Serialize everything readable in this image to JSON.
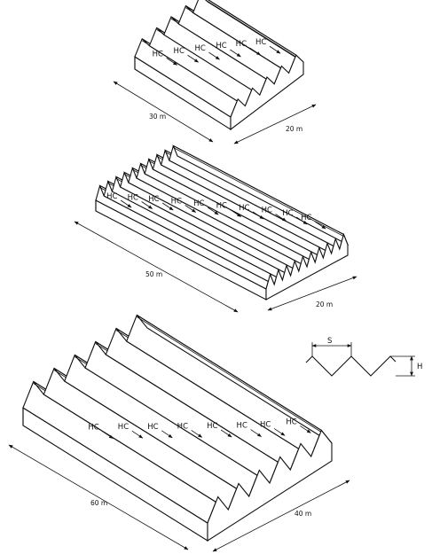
{
  "label_hc": "HC",
  "diagram1": {
    "length": "30 m",
    "width": "20 m",
    "ridges": 5,
    "hc_count": 6
  },
  "diagram2": {
    "length": "50 m",
    "width": "20 m",
    "ridges": 10,
    "hc_count": 10
  },
  "diagram3": {
    "length": "60 m",
    "width": "40 m",
    "ridges": 6,
    "hc_count": 8
  },
  "profile": {
    "spacing_label": "S",
    "height_label": "H"
  },
  "colors": {
    "line": "#111111",
    "background": "#ffffff"
  }
}
